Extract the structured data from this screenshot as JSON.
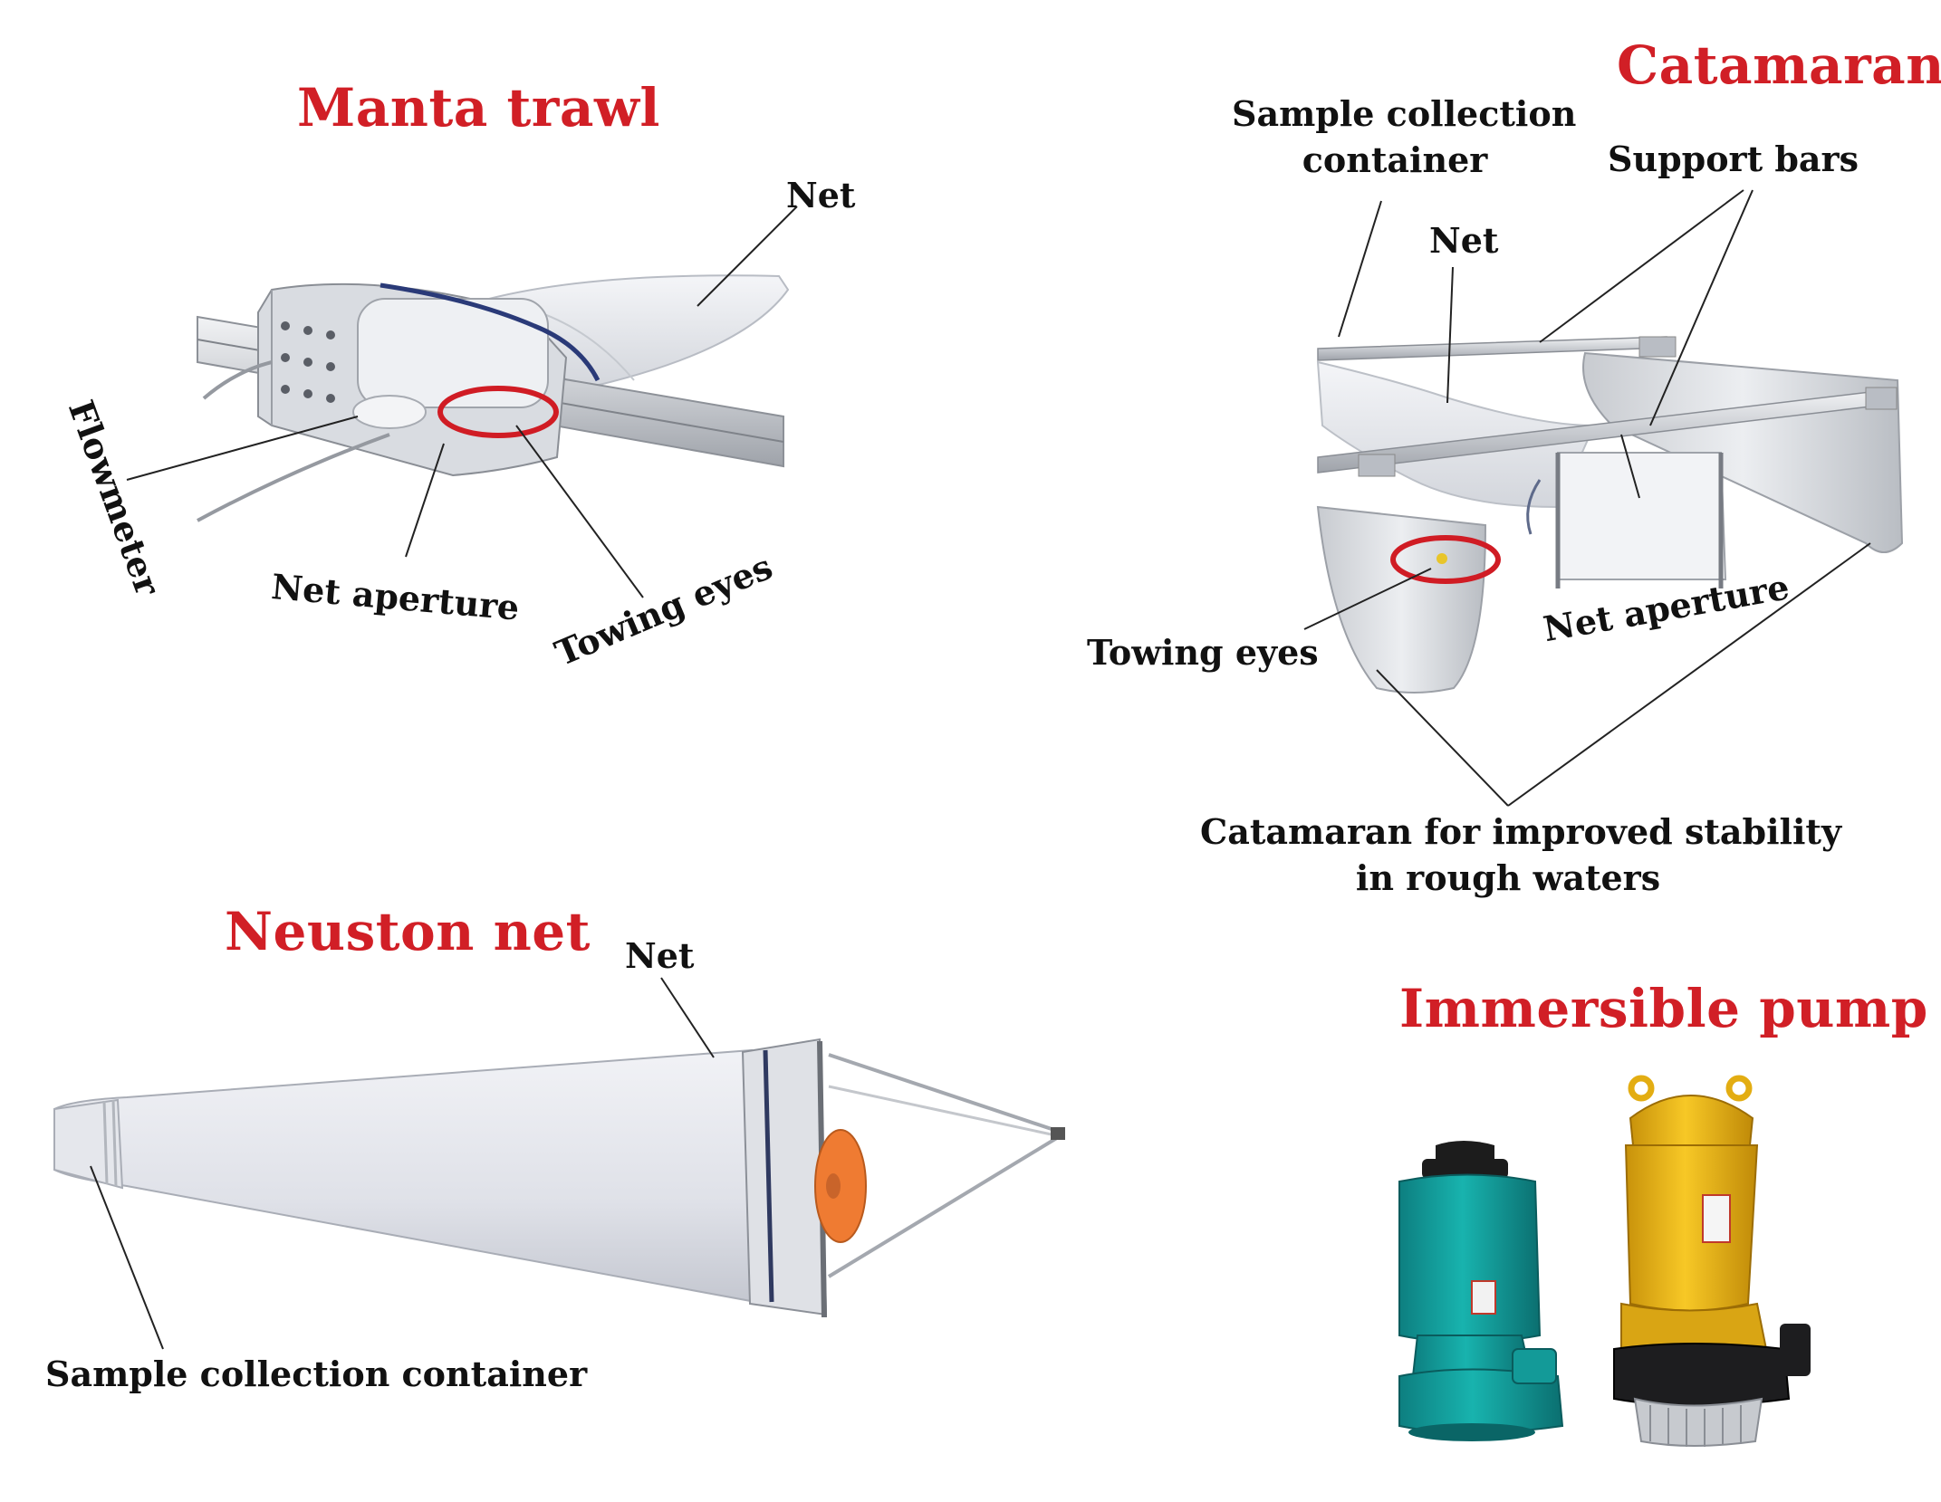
{
  "panels": {
    "manta_trawl": {
      "title": "Manta trawl",
      "labels": {
        "net": "Net",
        "flowmeter": "Flowmeter",
        "net_aperture": "Net aperture",
        "towing_eyes": "Towing eyes"
      }
    },
    "catamaran": {
      "title": "Catamaran",
      "labels": {
        "sample_container_line1": "Sample collection",
        "sample_container_line2": "container",
        "support_bars": "Support bars",
        "net": "Net",
        "towing_eyes": "Towing eyes",
        "net_aperture": "Net aperture",
        "stability_line1": "Catamaran for improved stability",
        "stability_line2": "in rough waters"
      }
    },
    "neuston_net": {
      "title": "Neuston net",
      "labels": {
        "net": "Net",
        "sample_container": "Sample collection container"
      }
    },
    "immersible_pump": {
      "title": "Immersible pump"
    }
  },
  "colors": {
    "title_red": "#d11f26",
    "highlight_circle": "#d01c24",
    "pump_teal": "#12a3a0",
    "pump_yellow": "#f3bf1d",
    "float_orange": "#ef7b32"
  }
}
